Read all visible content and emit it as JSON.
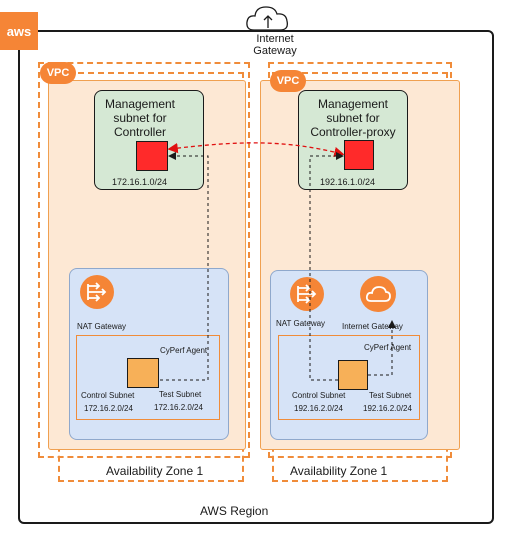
{
  "aws_logo": "aws",
  "internet_gateway_top": "Internet\nGateway",
  "region_label": "AWS Region",
  "left": {
    "vpc_label": "VPC",
    "mgmt_title": "Management\nsubnet for\nController",
    "mgmt_ip": "172.16.1.0/24",
    "nat_label": "NAT Gateway",
    "agent_label": "CyPerf Agent",
    "control_subnet": "Control Subnet",
    "control_ip": "172.16.2.0/24",
    "test_subnet": "Test Subnet",
    "test_ip": "172.16.2.0/24",
    "az_label": "Availability Zone 1"
  },
  "right": {
    "vpc_label": "VPC",
    "mgmt_title": "Management\nsubnet for\nController-proxy",
    "mgmt_ip": "192.16.1.0/24",
    "nat_label": "NAT Gateway",
    "igw_label": "Internet Gateway",
    "agent_label": "CyPerf Agent",
    "control_subnet": "Control Subnet",
    "control_ip": "192.16.2.0/24",
    "test_subnet": "Test Subnet",
    "test_ip": "192.16.2.0/24",
    "az_label": "Availability Zone 1"
  },
  "colors": {
    "aws_orange": "#f58536",
    "vpc_fill": "#fde8d4",
    "mgmt_fill": "#d5e8d4",
    "private_fill": "#d6e3f7",
    "controller_red": "#ff2a2a",
    "agent_orange": "#f7b058"
  },
  "icons": {
    "aws": "aws-logo-icon",
    "cloud": "cloud-icon",
    "nat": "nat-gateway-icon",
    "igw": "internet-gateway-icon"
  }
}
